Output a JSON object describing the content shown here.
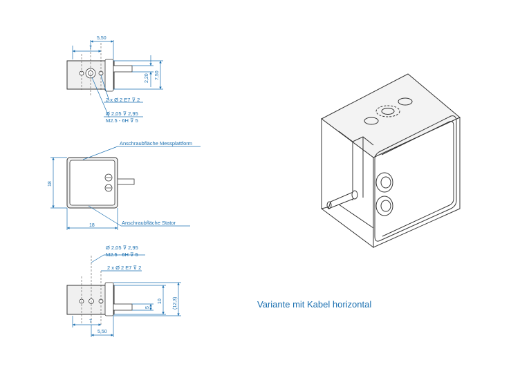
{
  "top_view": {
    "dim_5_50": "5,50",
    "dim_7": "7",
    "dim_2_20": "2,20",
    "dim_7_50": "7,50",
    "note_pin_holes": "2 x Ø 2 E7 ⊽ 2",
    "note_bore": "Ø 2,05 ⊽ 2,95",
    "note_thread": "M2.5 - 6H ⊽ 5"
  },
  "front_view": {
    "label_platform": "Anschraubfläche Messplattform",
    "label_stator": "Anschraubfläche Stator",
    "dim_height": "18",
    "dim_width": "18"
  },
  "bottom_view": {
    "note_bore": "Ø 2,05 ⊽ 2,95",
    "note_thread": "M2.5 - 6H ⊽ 5",
    "note_pin_holes": "2 x Ø 2 E7 ⊽ 2",
    "dim_5": "5",
    "dim_10": "10",
    "dim_12_3": "(12,3)",
    "dim_7": "7",
    "dim_5_50": "5,50"
  },
  "caption": "Variante mit Kabel horizontal",
  "colors": {
    "dimension": "#1a6fb0",
    "outline": "#333333"
  }
}
